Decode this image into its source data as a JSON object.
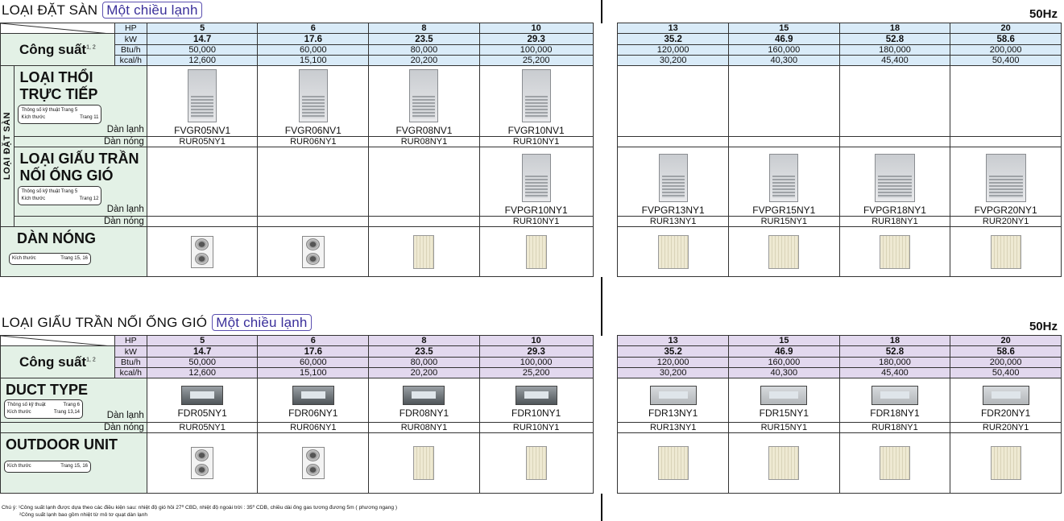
{
  "section1": {
    "title": "LOẠI ĐẶT SÀN",
    "badge": "Một chiều lạnh",
    "hz": "50Hz",
    "side_label": "LOẠI ĐẶT SÀN",
    "capacity_label": "Công suất",
    "capacity_sup": "1, 2",
    "units": [
      "HP",
      "kW",
      "Btu/h",
      "kcal/h"
    ],
    "hp": [
      "5",
      "6",
      "8",
      "10",
      "13",
      "15",
      "18",
      "20"
    ],
    "kw": [
      "14.7",
      "17.6",
      "23.5",
      "29.3",
      "35.2",
      "46.9",
      "52.8",
      "58.6"
    ],
    "btu": [
      "50,000",
      "60,000",
      "80,000",
      "100,000",
      "120,000",
      "160,000",
      "180,000",
      "200,000"
    ],
    "kcal": [
      "12,600",
      "15,100",
      "20,200",
      "25,200",
      "30,200",
      "40,300",
      "45,400",
      "50,400"
    ],
    "direct": {
      "title1": "LOẠI THỔI",
      "title2": "TRỰC TIẾP",
      "spec_label": "Thông số kỹ thuật Trang 5",
      "size_label": "Kích thước",
      "size_page": "Trang 11",
      "indoor_label": "Dàn lạnh",
      "outdoor_label": "Dàn nóng",
      "indoor": [
        "FVGR05NV1",
        "FVGR06NV1",
        "FVGR08NV1",
        "FVGR10NV1",
        "",
        "",
        "",
        ""
      ],
      "outdoor": [
        "RUR05NY1",
        "RUR06NY1",
        "RUR08NY1",
        "RUR10NY1",
        "",
        "",
        "",
        ""
      ]
    },
    "ducted": {
      "title1": "LOẠI GIẤU TRẦN",
      "title2": "NỐI ỐNG GIÓ",
      "spec_label": "Thông số kỹ thuật Trang 5",
      "size_label": "Kích thước",
      "size_page": "Trang 12",
      "indoor_label": "Dàn lạnh",
      "outdoor_label": "Dàn nóng",
      "indoor": [
        "",
        "",
        "",
        "FVPGR10NY1",
        "FVPGR13NY1",
        "FVPGR15NY1",
        "FVPGR18NY1",
        "FVPGR20NY1"
      ],
      "outdoor": [
        "",
        "",
        "",
        "RUR10NY1",
        "RUR13NY1",
        "RUR15NY1",
        "RUR18NY1",
        "RUR20NY1"
      ]
    },
    "outdoor_unit": {
      "title": "DÀN NÓNG",
      "size_label": "Kích thước",
      "size_page": "Trang 15, 16"
    }
  },
  "section2": {
    "title": "LOẠI GIẤU TRẦN NỐI ỐNG GIÓ",
    "badge": "Một chiều lạnh",
    "hz": "50Hz",
    "capacity_label": "Công suất",
    "capacity_sup": "1, 2",
    "units": [
      "HP",
      "kW",
      "Btu/h",
      "kcal/h"
    ],
    "hp": [
      "5",
      "6",
      "8",
      "10",
      "13",
      "15",
      "18",
      "20"
    ],
    "kw": [
      "14.7",
      "17.6",
      "23.5",
      "29.3",
      "35.2",
      "46.9",
      "52.8",
      "58.6"
    ],
    "btu": [
      "50,000",
      "60,000",
      "80,000",
      "100,000",
      "120,000",
      "160,000",
      "180,000",
      "200,000"
    ],
    "kcal": [
      "12,600",
      "15,100",
      "20,200",
      "25,200",
      "30,200",
      "40,300",
      "45,400",
      "50,400"
    ],
    "duct": {
      "title": "DUCT TYPE",
      "spec_label": "Thông số kỹ thuật",
      "spec_page": "Trang 6",
      "size_label": "Kích thước",
      "size_page": "Trang 13,14",
      "indoor_label": "Dàn lạnh",
      "outdoor_label": "Dàn nóng",
      "indoor": [
        "FDR05NY1",
        "FDR06NY1",
        "FDR08NY1",
        "FDR10NY1",
        "FDR13NY1",
        "FDR15NY1",
        "FDR18NY1",
        "FDR20NY1"
      ],
      "outdoor": [
        "RUR05NY1",
        "RUR06NY1",
        "RUR08NY1",
        "RUR10NY1",
        "RUR13NY1",
        "RUR15NY1",
        "RUR18NY1",
        "RUR20NY1"
      ]
    },
    "outdoor_unit": {
      "title": "OUTDOOR UNIT",
      "size_label": "Kích thước",
      "size_page": "Trang 15, 16"
    }
  },
  "notes": {
    "prefix": "Chú ý:",
    "note1": "¹Công suất lạnh được dựa theo các điều kiện sau: nhiệt độ gió hồi 27⁰ CBD, nhiệt độ ngoài trời : 35⁰ CDB, chiều dài ống gas tương đương 5m ( phương ngang )",
    "note2": "²Công suất lạnh bao gồm nhiệt từ mô tơ quạt dàn lạnh"
  }
}
